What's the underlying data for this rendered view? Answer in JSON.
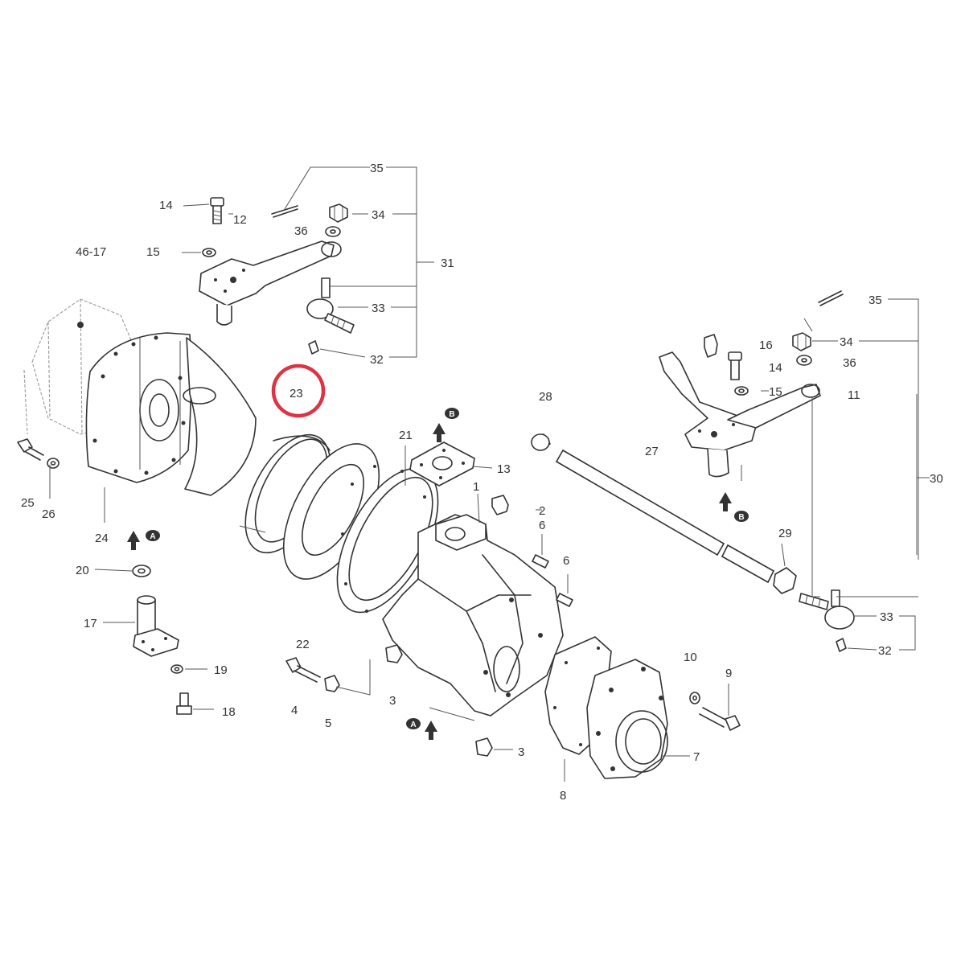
{
  "highlight": {
    "number": "23",
    "color": "#dd3344"
  },
  "labels": {
    "l35a": "35",
    "l34a": "34",
    "l36a": "36",
    "l31": "31",
    "l33a": "33",
    "l32a": "32",
    "l14a": "14",
    "l12": "12",
    "l4617": "46-17",
    "l15a": "15",
    "l35b": "35",
    "l34b": "34",
    "l16": "16",
    "l14b": "14",
    "l36b": "36",
    "l15b": "15",
    "l11": "11",
    "l28": "28",
    "l27": "27",
    "l30": "30",
    "l29": "29",
    "l33b": "33",
    "l32b": "32",
    "l25": "25",
    "l26": "26",
    "l24": "24",
    "l20": "20",
    "l17": "17",
    "l19": "19",
    "l18": "18",
    "l21": "21",
    "l13": "13",
    "l1": "1",
    "l2": "2",
    "l6a": "6",
    "l6b": "6",
    "l22": "22",
    "l4": "4",
    "l5": "5",
    "l3a": "3",
    "l3b": "3",
    "l10": "10",
    "l9": "9",
    "l7": "7",
    "l8": "8"
  },
  "view_markers": {
    "a1": "A",
    "a2": "A",
    "b1": "B",
    "b2": "B"
  }
}
